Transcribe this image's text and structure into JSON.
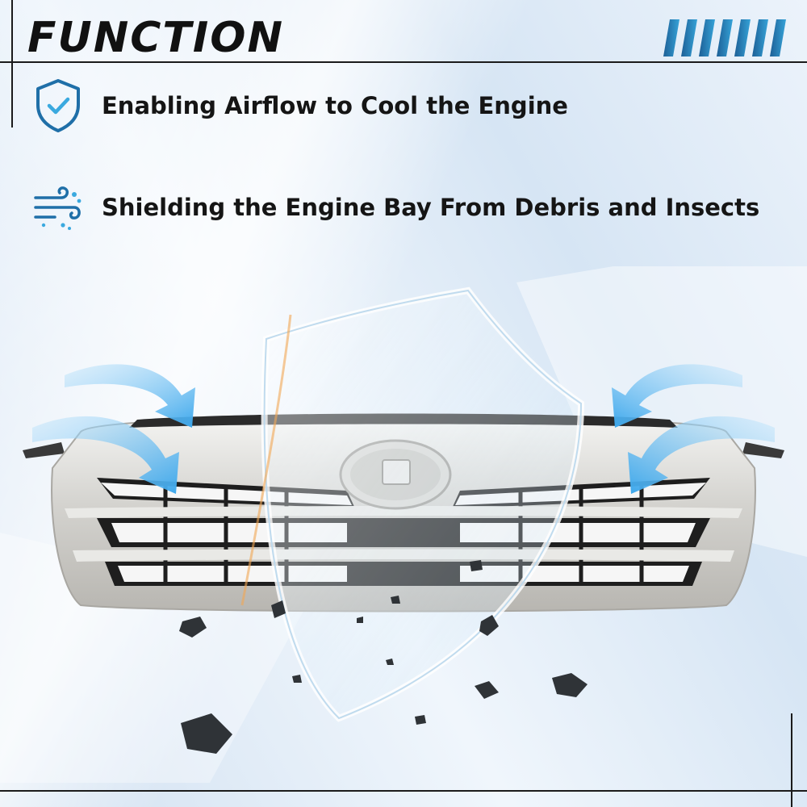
{
  "title": "FUNCTION",
  "features": [
    {
      "icon": "shield-check-icon",
      "text": "Enabling Airflow to Cool the Engine"
    },
    {
      "icon": "wind-icon",
      "text": "Shielding the Engine Bay From Debris and Insects"
    }
  ],
  "colors": {
    "accent": "#1f6fa8",
    "accent_light": "#3aa9df",
    "text": "#151515",
    "airflow": "#4fb3ef"
  }
}
